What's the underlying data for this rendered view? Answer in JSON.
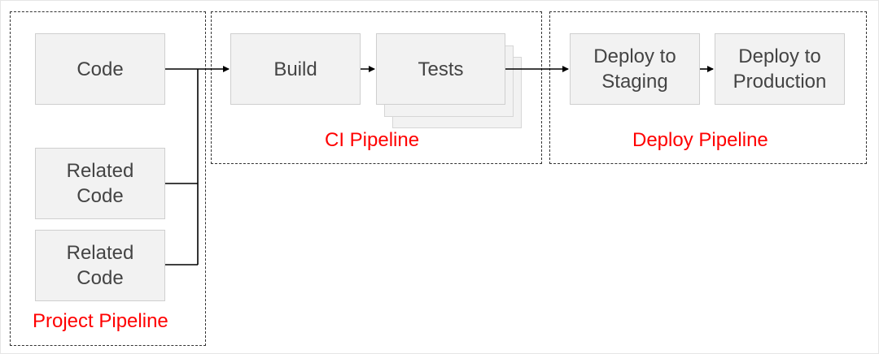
{
  "groups": {
    "project": {
      "label": "Project Pipeline"
    },
    "ci": {
      "label": "CI Pipeline"
    },
    "deploy": {
      "label": "Deploy Pipeline"
    }
  },
  "nodes": {
    "code": "Code",
    "related_code_1": "Related\nCode",
    "related_code_2": "Related\nCode",
    "build": "Build",
    "tests": "Tests",
    "deploy_staging": "Deploy to\nStaging",
    "deploy_production": "Deploy to\nProduction"
  },
  "colors": {
    "group_label": "#ff0000",
    "node_fill": "#f2f2f2",
    "node_text": "#444444",
    "line": "#000000"
  }
}
